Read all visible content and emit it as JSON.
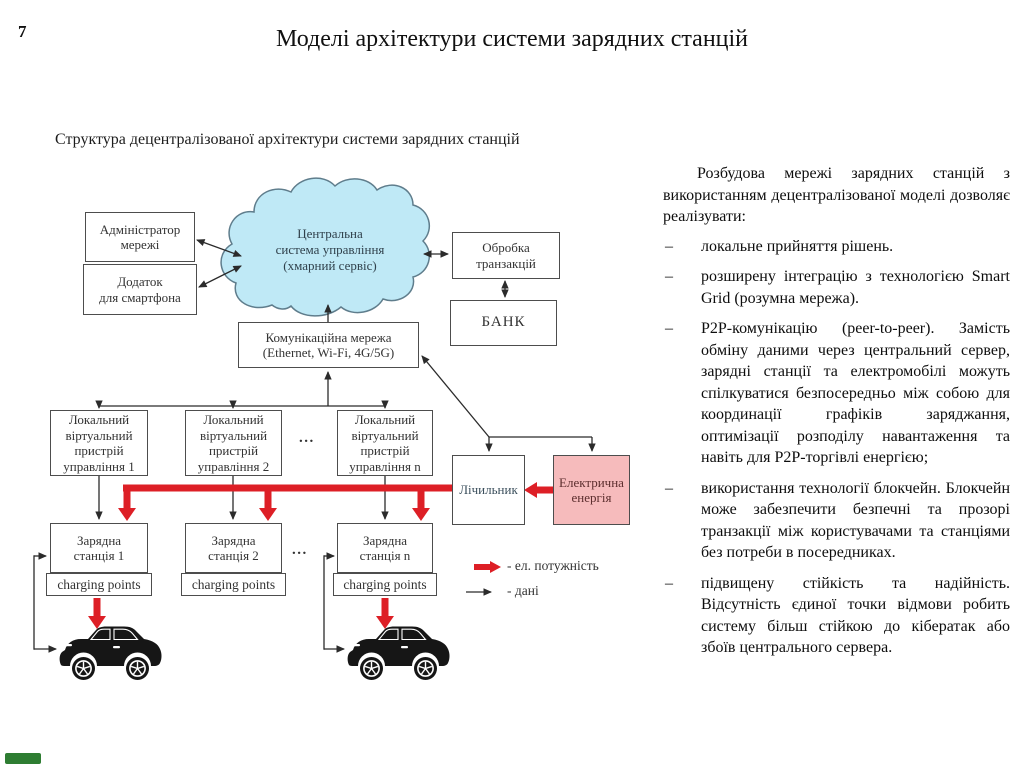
{
  "slide": {
    "number": "7",
    "title": "Моделі архітектури системи зарядних станцій",
    "caption": "Структура децентралізованої архітектури системи зарядних станцій"
  },
  "diagram": {
    "ellipsis": "...",
    "nodes": {
      "admin": {
        "lines": [
          "Адміністратор",
          "мережі"
        ]
      },
      "app": {
        "lines": [
          "Додаток",
          "для смартфона"
        ]
      },
      "cloud": {
        "lines": [
          "Центральна",
          "система управління",
          "(хмарний сервіс)"
        ]
      },
      "transactions": {
        "lines": [
          "Обробка",
          "транзакцій"
        ]
      },
      "bank": {
        "lines": [
          "БАНК"
        ]
      },
      "network": {
        "lines": [
          "Комунікаційна мережа",
          "(Ethernet, Wi-Fi, 4G/5G)"
        ]
      },
      "lvd1": {
        "lines": [
          "Локальний",
          "віртуальний",
          "пристрій",
          "управління 1"
        ]
      },
      "lvd2": {
        "lines": [
          "Локальний",
          "віртуальний",
          "пристрій",
          "управління 2"
        ]
      },
      "lvdn": {
        "lines": [
          "Локальний",
          "віртуальний",
          "пристрій",
          "управління n"
        ]
      },
      "meter": {
        "lines": [
          "Лічильник"
        ]
      },
      "energy": {
        "lines": [
          "Електрична",
          "енергія"
        ]
      },
      "station1": {
        "lines": [
          "Зарядна",
          "станція 1"
        ],
        "sub": "charging points"
      },
      "station2": {
        "lines": [
          "Зарядна",
          "станція 2"
        ],
        "sub": "charging points"
      },
      "stationn": {
        "lines": [
          "Зарядна",
          "станція n"
        ],
        "sub": "charging points"
      }
    },
    "legend": {
      "power_label": "- ел. потужність",
      "data_label": "- дані"
    }
  },
  "panel": {
    "marker": "–",
    "intro": "Розбудова мережі зарядних станцій з використанням децентралізованої моделі дозволяє реалізувати:",
    "bullets": [
      "локальне прийняття рішень.",
      "розширену інтеграцію з технологією Smart Grid (розумна мережа).",
      "P2P-комунікацію (peer-to-peer). Замість обміну даними через центральний сервер, зарядні станції та електромобілі можуть спілкуватися безпосередньо між собою для координації графіків заряджання, оптимізації розподілу навантаження та навіть для P2P-торгівлі енергією;",
      "використання технології блокчейн. Блокчейн може забезпечити безпечні та прозорі транзакції між користувачами та станціями без потреби в посередниках.",
      "підвищену стійкість та надійність. Відсутність єдиної точки відмови робить систему більш стійкою до кібератак або збоїв центрального сервера."
    ]
  },
  "colors": {
    "power_red": "#dd1f26",
    "cloud_fill": "#bfe9f6",
    "energy_fill": "#f6bbbc",
    "line_dark": "#2b2b2b",
    "footer_green": "#2e7d32"
  }
}
